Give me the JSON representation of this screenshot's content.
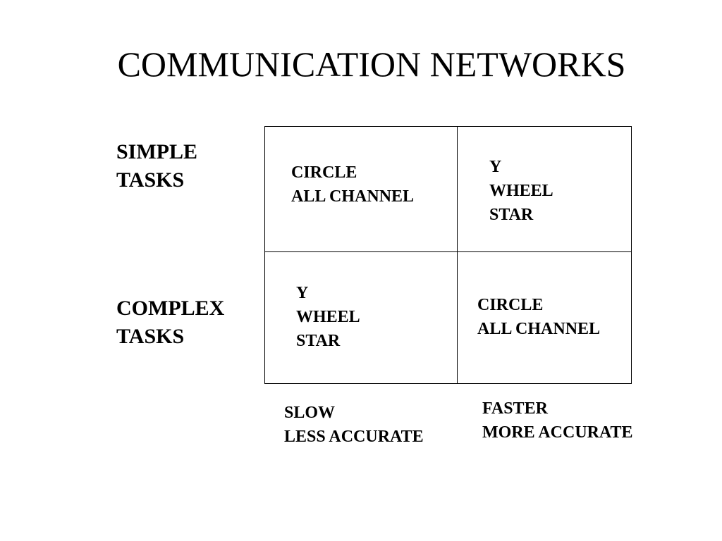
{
  "title": "COMMUNICATION NETWORKS",
  "rows": [
    {
      "label_lines": [
        "SIMPLE",
        "TASKS"
      ]
    },
    {
      "label_lines": [
        "COMPLEX",
        "TASKS"
      ]
    }
  ],
  "cells": {
    "simple_slow": [
      "CIRCLE",
      "ALL CHANNEL"
    ],
    "simple_fast": [
      "Y",
      "WHEEL",
      "STAR"
    ],
    "complex_slow": [
      "Y",
      "WHEEL",
      "STAR"
    ],
    "complex_fast": [
      "CIRCLE",
      "ALL CHANNEL"
    ]
  },
  "columns": [
    {
      "label_lines": [
        "SLOW",
        "LESS ACCURATE"
      ]
    },
    {
      "label_lines": [
        "FASTER",
        "MORE ACCURATE"
      ]
    }
  ]
}
